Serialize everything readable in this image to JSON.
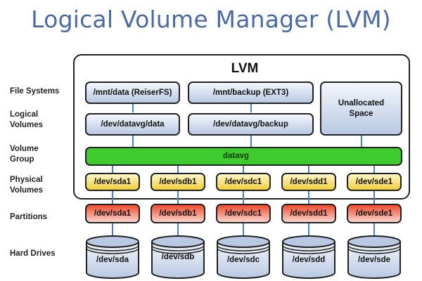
{
  "title": "Logical Volume Manager (LVM)",
  "lvm_label": "LVM",
  "row_labels": {
    "file_systems": "File Systems",
    "logical_volumes": [
      "Logical",
      "Volumes"
    ],
    "volume_group": [
      "Volume",
      "Group"
    ],
    "physical_volumes": [
      "Physical",
      "Volumes"
    ],
    "partitions": "Partitions",
    "hard_drives": "Hard Drives"
  },
  "file_systems": [
    "/mnt/data (ReiserFS)",
    "/mnt/backup (EXT3)"
  ],
  "logical_volumes": [
    "/dev/datavg/data",
    "/dev/datavg/backup"
  ],
  "unallocated": [
    "Unallocated",
    "Space"
  ],
  "volume_group": "datavg",
  "physical_volumes": [
    "/dev/sda1",
    "/dev/sdb1",
    "/dev/sdc1",
    "/dev/sdd1",
    "/dev/sde1"
  ],
  "partitions": [
    "/dev/sda1",
    "/dev/sdb1",
    "/dev/sdc1",
    "/dev/sdd1",
    "/dev/sde1"
  ],
  "hard_drives": [
    "/dev/sda",
    "/dev/sdb",
    "/dev/sdc",
    "/dev/sdd",
    "/dev/sde"
  ],
  "colors": {
    "title": "#4a6aa6",
    "volume_group": "#3ecb2e",
    "physical_volume": "#f0cf3c",
    "partition": "#f04a2e",
    "connector": "#4a80c8"
  }
}
